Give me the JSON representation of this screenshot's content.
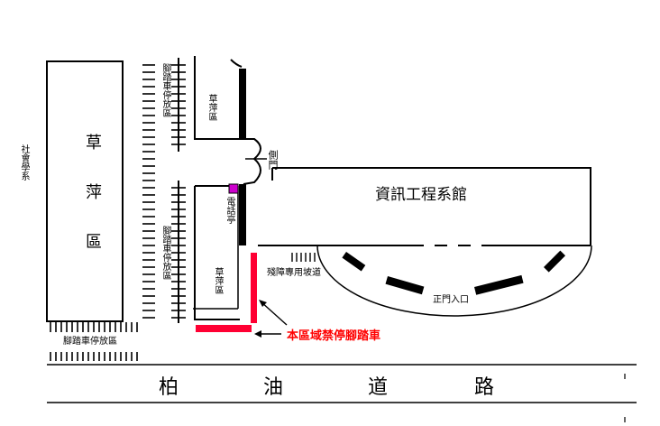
{
  "labels": {
    "social_science": "社會學系",
    "lawn_big_1": "草",
    "lawn_big_2": "萍",
    "lawn_big_3": "區",
    "bike_parking_upper": "腳踏車停放區",
    "bike_parking_middle": "腳踏車停放區",
    "bike_parking_bottom": "腳踏車停放區",
    "lawn_small_upper": "草萍區",
    "lawn_small_lower": "草萍區",
    "side_gate": "側門",
    "phone_booth": "電話亭",
    "building": "資訊工程系館",
    "ramp": "殘障專用坡道",
    "main_entrance": "正門入口",
    "no_parking": "本區域禁停腳踏車",
    "road_1": "柏",
    "road_2": "油",
    "road_3": "道",
    "road_4": "路"
  },
  "colors": {
    "no_parking_zone": "#ff0033",
    "no_parking_text": "#ff0000",
    "phone_booth": "#cc00cc",
    "line": "#000000"
  }
}
